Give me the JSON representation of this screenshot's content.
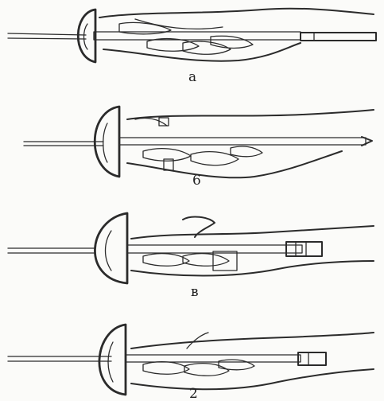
{
  "panels": [
    {
      "id": "a",
      "label": "a"
    },
    {
      "id": "b",
      "label": "6"
    },
    {
      "id": "c",
      "label": "в"
    },
    {
      "id": "d",
      "label": "2"
    }
  ],
  "colors": {
    "ink": "#2b2b2b",
    "paper": "#fbfbf9"
  }
}
